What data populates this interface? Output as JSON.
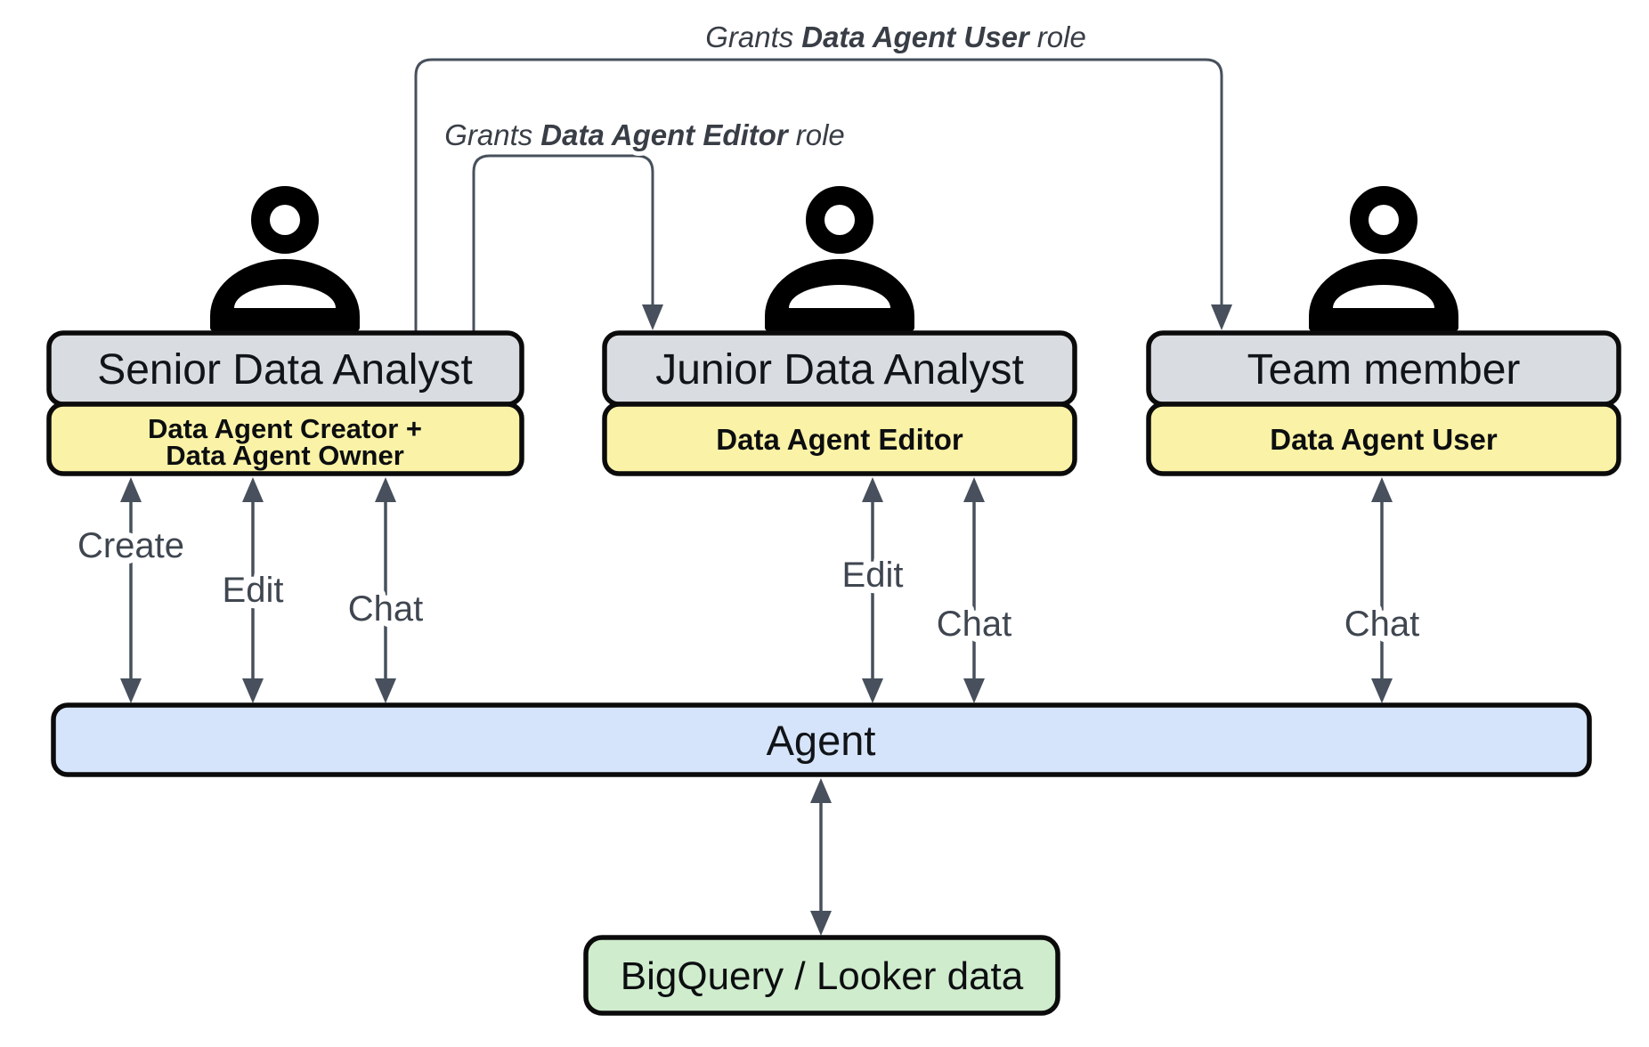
{
  "colors": {
    "background": "#ffffff",
    "actor_box": "#d9dce1",
    "role_box": "#faf2a6",
    "agent_bar": "#d6e4fb",
    "datasource_box": "#cfeccd",
    "box_border": "#0b0b0b",
    "connector": "#47505c",
    "edge_label_text": "#3f4650",
    "grant_label_text": "#393e46",
    "icon": "#000000"
  },
  "grant_labels": {
    "user": {
      "prefix": "Grants",
      "bold": "Data Agent User",
      "suffix": "role"
    },
    "editor": {
      "prefix": "Grants",
      "bold": "Data Agent Editor",
      "suffix": "role"
    }
  },
  "actors": [
    {
      "title": "Senior Data Analyst",
      "role_line1": "Data Agent Creator +",
      "role_line2": "Data Agent Owner",
      "actions": [
        "Create",
        "Edit",
        "Chat"
      ]
    },
    {
      "title": "Junior Data Analyst",
      "role": "Data Agent Editor",
      "actions": [
        "Edit",
        "Chat"
      ]
    },
    {
      "title": "Team member",
      "role": "Data Agent User",
      "actions": [
        "Chat"
      ]
    }
  ],
  "agent": {
    "label": "Agent"
  },
  "datasource": {
    "label": "BigQuery / Looker data"
  }
}
